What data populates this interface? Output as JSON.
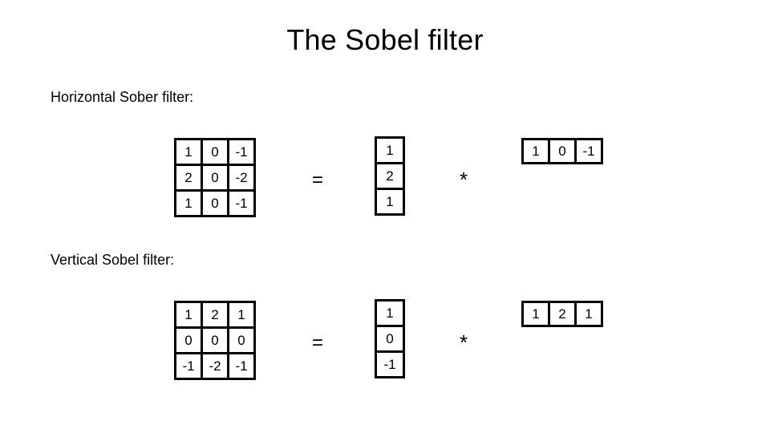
{
  "slide": {
    "title": "The Sobel filter",
    "background_color": "#ffffff",
    "text_color": "#000000",
    "border_color": "#000000"
  },
  "sections": [
    {
      "id": "horizontal",
      "label": "Horizontal Sober filter:",
      "kernel": {
        "rows": [
          [
            "1",
            "0",
            "-1"
          ],
          [
            "2",
            "0",
            "-2"
          ],
          [
            "1",
            "0",
            "-1"
          ]
        ]
      },
      "equals_symbol": "=",
      "column_vector": [
        "1",
        "2",
        "1"
      ],
      "times_symbol": "*",
      "row_vector": [
        "1",
        "0",
        "-1"
      ]
    },
    {
      "id": "vertical",
      "label": "Vertical Sobel filter:",
      "kernel": {
        "rows": [
          [
            "1",
            "2",
            "1"
          ],
          [
            "0",
            "0",
            "0"
          ],
          [
            "-1",
            "-2",
            "-1"
          ]
        ]
      },
      "equals_symbol": "=",
      "column_vector": [
        "1",
        "0",
        "-1"
      ],
      "times_symbol": "*",
      "row_vector": [
        "1",
        "2",
        "1"
      ]
    }
  ]
}
